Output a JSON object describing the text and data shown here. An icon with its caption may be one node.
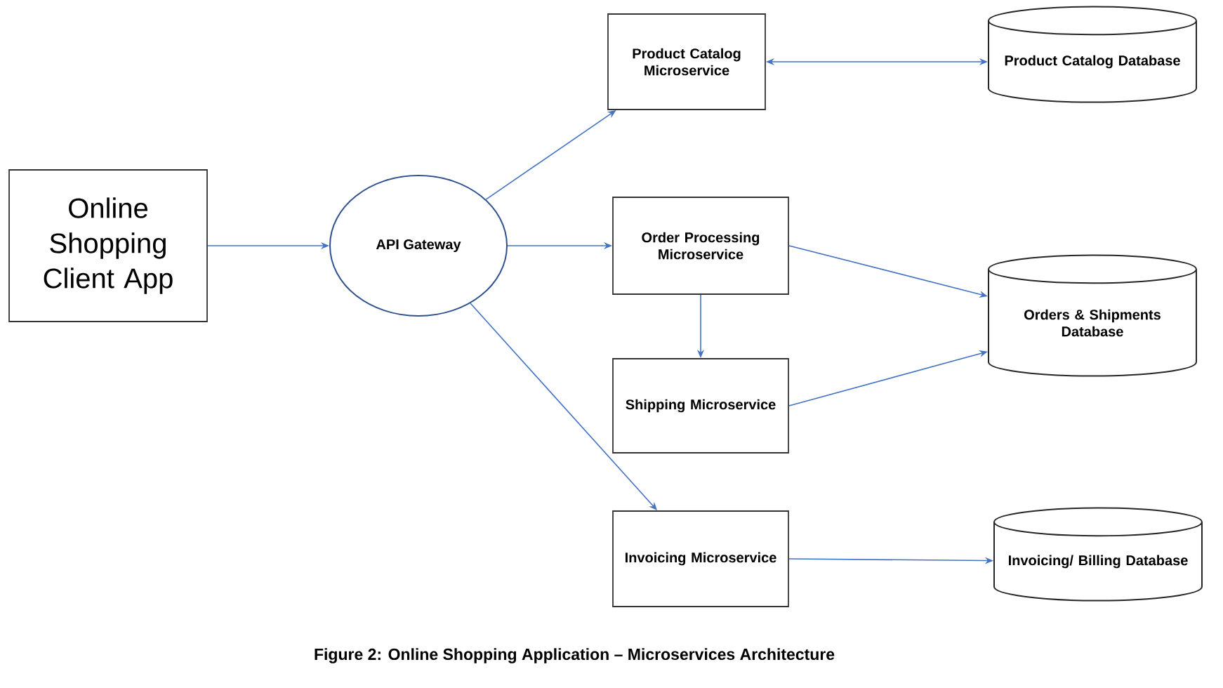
{
  "diagram": {
    "caption": "Figure 2: Online Shopping Application – Microservices Architecture",
    "nodes": [
      {
        "text": [
          "Online Shopping Client App"
        ]
      },
      {
        "text": [
          "API Gateway"
        ]
      },
      {
        "text": [
          "Product Catalog Microservice"
        ]
      },
      {
        "text": [
          "Order Processing Microservice"
        ]
      },
      {
        "text": [
          "Shipping Microservice"
        ]
      },
      {
        "text": [
          "Invoicing Microservice"
        ]
      },
      {
        "text": [
          "Product Catalog Database"
        ]
      },
      {
        "text": [
          "Orders & Shipments Database"
        ]
      },
      {
        "text": [
          "Invoicing/ Billing Database"
        ]
      }
    ],
    "edges": [
      {
        "from": 0,
        "to": 1,
        "arrow": "to"
      },
      {
        "from": 1,
        "to": 2,
        "arrow": "to"
      },
      {
        "from": 1,
        "to": 3,
        "arrow": "to"
      },
      {
        "from": 1,
        "to": 5,
        "arrow": "to"
      },
      {
        "from": 2,
        "to": 6,
        "arrow": "both"
      },
      {
        "from": 3,
        "to": 7,
        "arrow": "to"
      },
      {
        "from": 3,
        "to": 4,
        "arrow": "to"
      },
      {
        "from": 4,
        "to": 7,
        "arrow": "to"
      },
      {
        "from": 5,
        "to": 8,
        "arrow": "to"
      }
    ]
  }
}
